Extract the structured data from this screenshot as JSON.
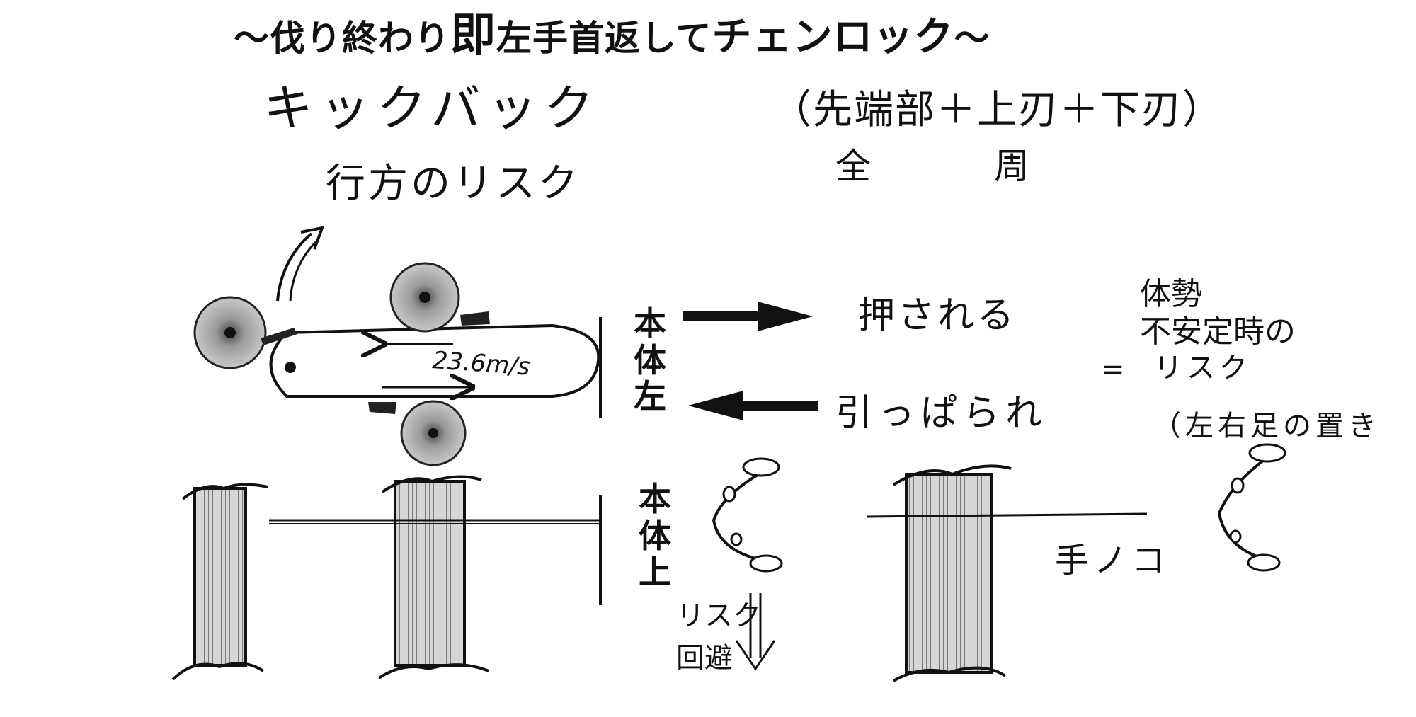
{
  "title": {
    "prefix": "〜伐り終わり",
    "emphasis": "即",
    "middle": "左手首返して",
    "chain_lock": "チェンロック",
    "suffix": "〜"
  },
  "kickback_label": "キックバック",
  "direction_risk_label": "行方のリスク",
  "whole_circumference": {
    "parts": "（先端部＋上刃＋下刃）",
    "label": "全　周"
  },
  "speed_label": "23.6m/s",
  "body_left_label": "本体左",
  "body_top_label": "本体上",
  "pushed_label": "押される",
  "pulled_label": "引っぱられ",
  "equals": "=",
  "stance_risk": {
    "line1": "体勢",
    "line2": "不安定時の",
    "line3": "リスク",
    "line4": "（左右足の置き"
  },
  "handsaw_label": "手ノコ",
  "risk_avoidance": {
    "line1": "リスク",
    "line2": "回避"
  },
  "colors": {
    "ink": "#111111",
    "paper": "#ffffff",
    "trunk_shade": "#8a8a8a"
  }
}
